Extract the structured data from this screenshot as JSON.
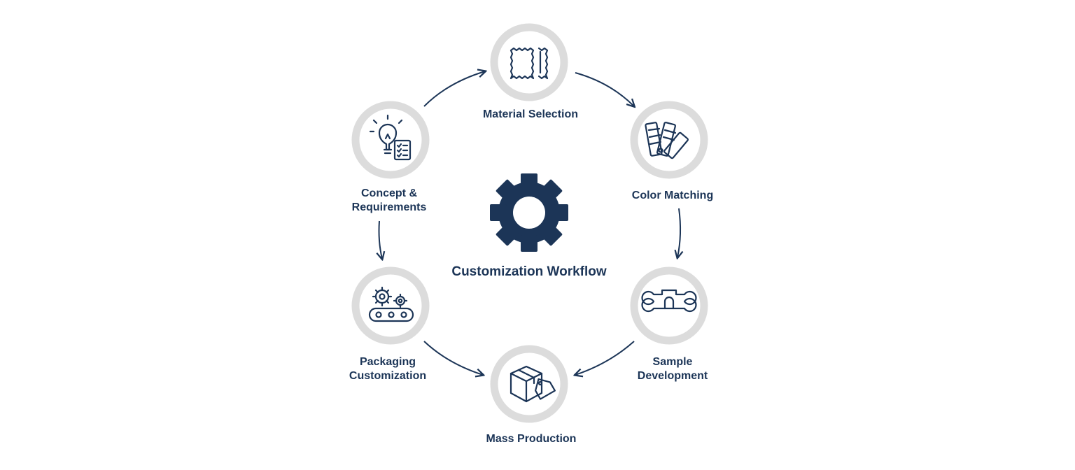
{
  "diagram": {
    "center_title": "Customization Workflow",
    "center_icon": "gear-icon",
    "accent_color": "#1c3557",
    "ring_color": "#dcdcdc",
    "steps": [
      {
        "id": "concept",
        "line1": "Concept &",
        "line2": "Requirements",
        "icon": "lightbulb-checklist-icon"
      },
      {
        "id": "material",
        "line1": "Material Selection",
        "line2": "",
        "icon": "fabric-swatch-icon"
      },
      {
        "id": "color",
        "line1": "Color Matching",
        "line2": "",
        "icon": "color-swatch-fan-icon"
      },
      {
        "id": "sample",
        "line1": "Sample",
        "line2": "Development",
        "icon": "bone-shape-icon"
      },
      {
        "id": "mass",
        "line1": "Mass Production",
        "line2": "",
        "icon": "box-tag-icon"
      },
      {
        "id": "packaging",
        "line1": "Packaging",
        "line2": "Customization",
        "icon": "conveyor-gears-icon"
      }
    ]
  }
}
